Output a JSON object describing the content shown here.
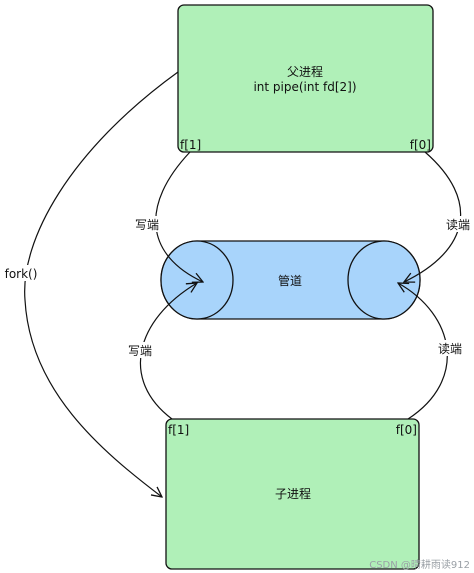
{
  "parent": {
    "title": "父进程",
    "subtitle": "int pipe(int fd[2])",
    "fd_write": "f[1]",
    "fd_read": "f[0]"
  },
  "pipe": {
    "label": "管道"
  },
  "child": {
    "title": "子进程",
    "fd_write": "f[1]",
    "fd_read": "f[0]"
  },
  "edges": {
    "parent_write": "写端",
    "parent_read": "读端",
    "child_write": "写端",
    "child_read": "读端",
    "fork": "fork()"
  },
  "watermark": "CSDN @晴耕雨读912",
  "colors": {
    "process_fill": "#b0f0b8",
    "pipe_fill": "#a8d4fb",
    "stroke": "#111111"
  }
}
